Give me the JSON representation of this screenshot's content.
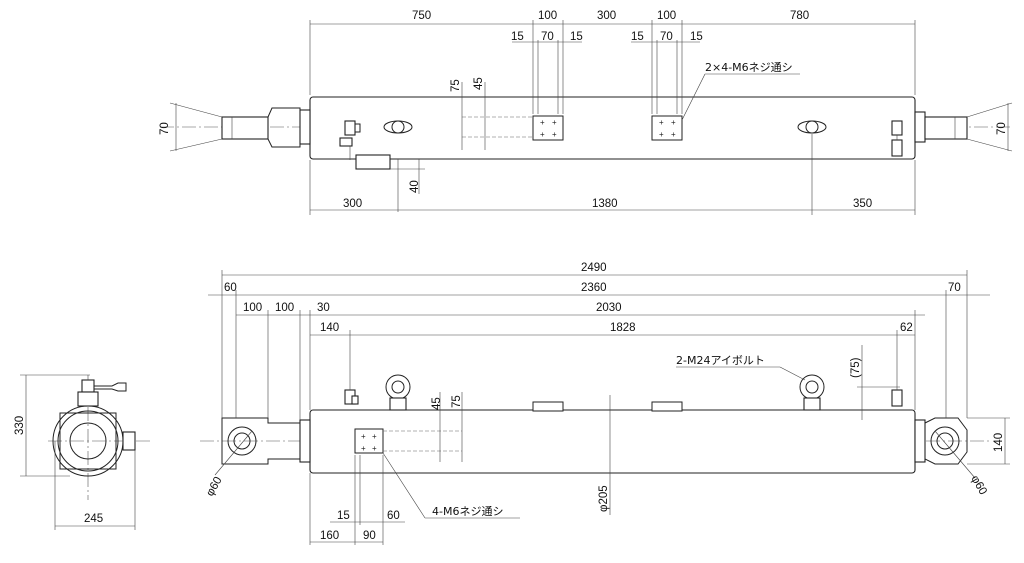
{
  "top_view": {
    "dims_top": [
      "750",
      "100",
      "300",
      "100",
      "780"
    ],
    "dims_sub": [
      "15",
      "70",
      "15",
      "15",
      "70",
      "15"
    ],
    "dims_vert": [
      "75",
      "45"
    ],
    "dim_height_left": "70",
    "dim_height_right": "70",
    "dim_bottom_offset": "40",
    "dims_bottom": [
      "300",
      "1380",
      "350"
    ],
    "note_screw": "2×4-M6ネジ通シ"
  },
  "front_view": {
    "dim_overall": "2490",
    "dim_60": "60",
    "dim_2360": "2360",
    "dim_70": "70",
    "dims_100": [
      "100",
      "100"
    ],
    "dim_30": "30",
    "dim_2030": "2030",
    "dim_140": "140",
    "dim_1828": "1828",
    "dim_62": "62",
    "dim_75p": "(75)",
    "note_bolt": "2-M24アイボルト",
    "dims_vert": [
      "45",
      "75"
    ],
    "dim_height": "140",
    "dia_left": "φ60",
    "dia_right": "φ60",
    "dia_body": "φ205",
    "note_screw": "4-M6ネジ通シ",
    "dims_bottom_a": [
      "15",
      "60"
    ],
    "dims_bottom_b": [
      "160",
      "90"
    ]
  },
  "side_view": {
    "dim_height": "330",
    "dim_width": "245"
  }
}
